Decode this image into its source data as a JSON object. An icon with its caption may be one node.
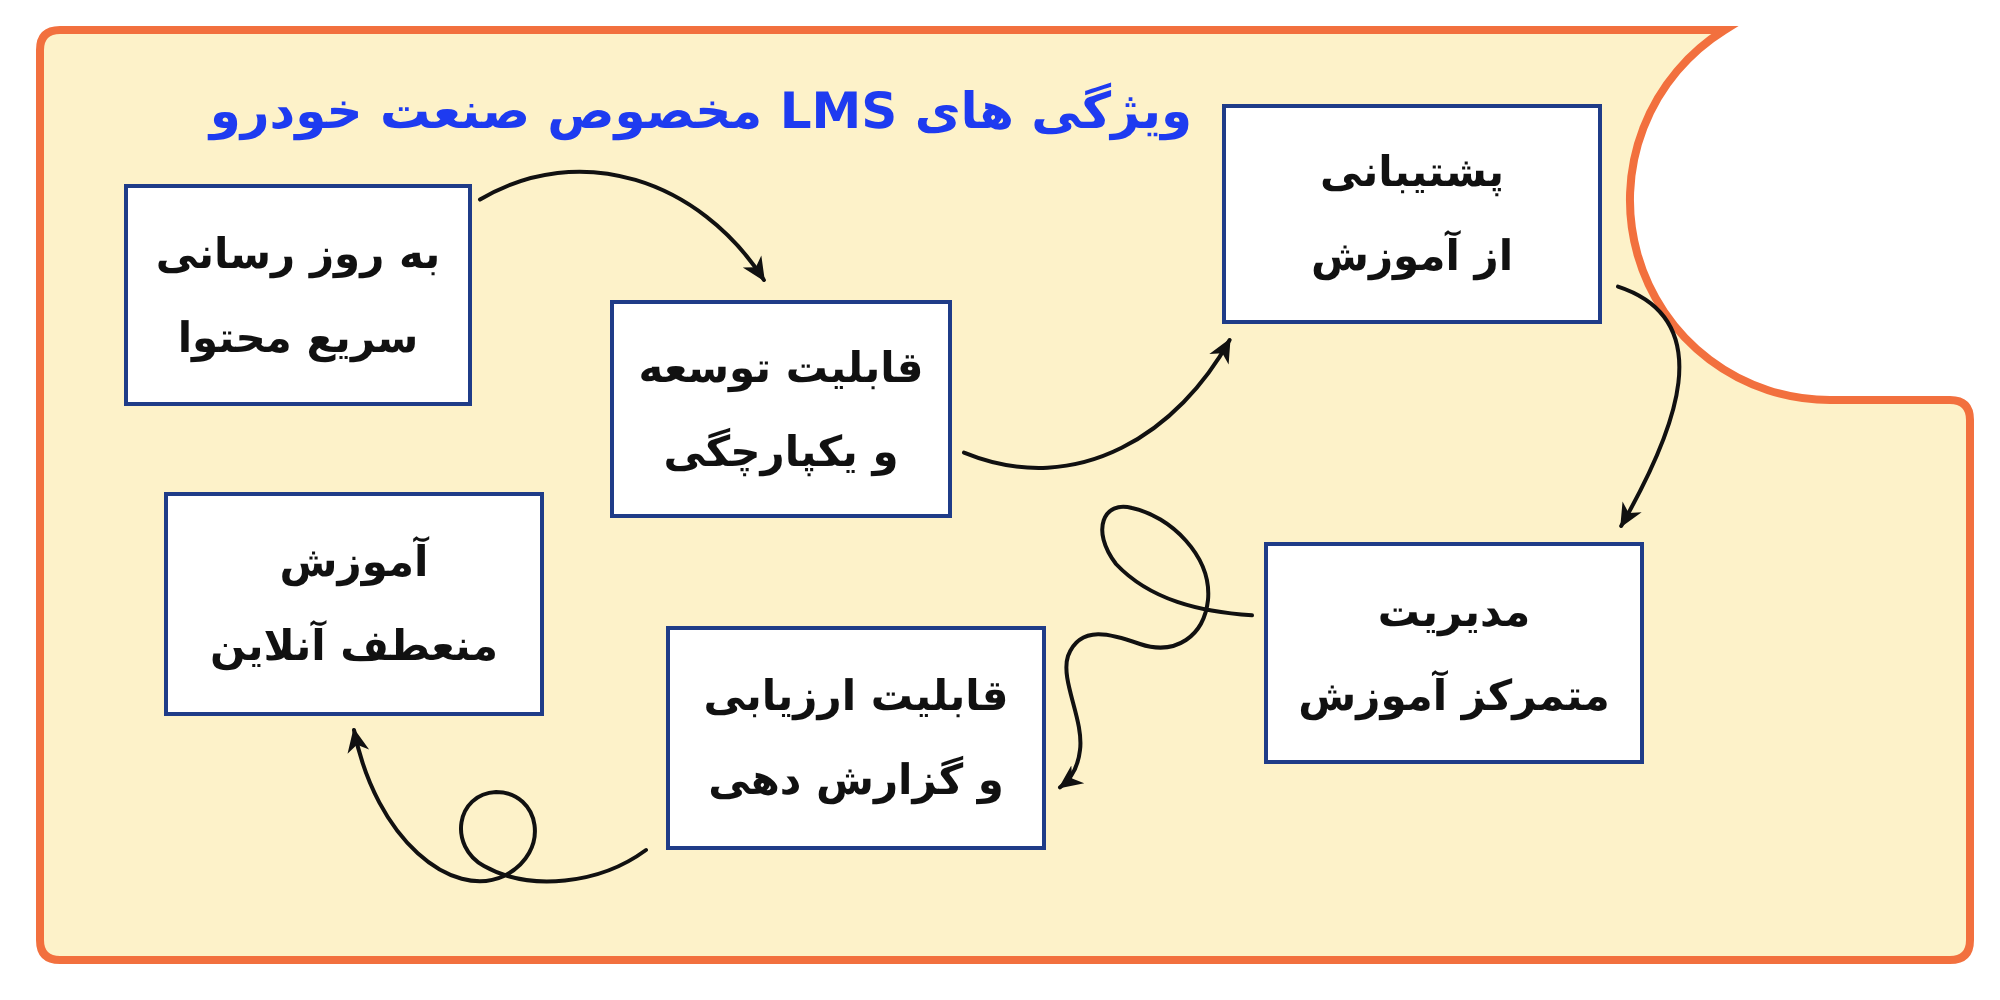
{
  "diagram": {
    "title": "ویژگی های LMS مخصوص صنعت خودرو",
    "nodes": [
      {
        "text": [
          "به روز رسانی سریع محتوا"
        ]
      },
      {
        "text": [
          "قابلیت توسعه و یکپارچگی"
        ]
      },
      {
        "text": [
          "پشتیبانی از آموزش"
        ]
      },
      {
        "text": [
          "مدیریت متمرکز آموزش"
        ]
      },
      {
        "text": [
          "قابلیت ارزیابی و گزارش دهی"
        ]
      },
      {
        "text": [
          "آموزش منعطف آنلاین"
        ]
      }
    ],
    "edges": [
      {
        "from": 0,
        "to": 1,
        "arrow": "to"
      },
      {
        "from": 1,
        "to": 2,
        "arrow": "to"
      },
      {
        "from": 2,
        "to": 3,
        "arrow": "to"
      },
      {
        "from": 3,
        "to": 4,
        "arrow": "to"
      },
      {
        "from": 4,
        "to": 5,
        "arrow": "to"
      }
    ]
  }
}
